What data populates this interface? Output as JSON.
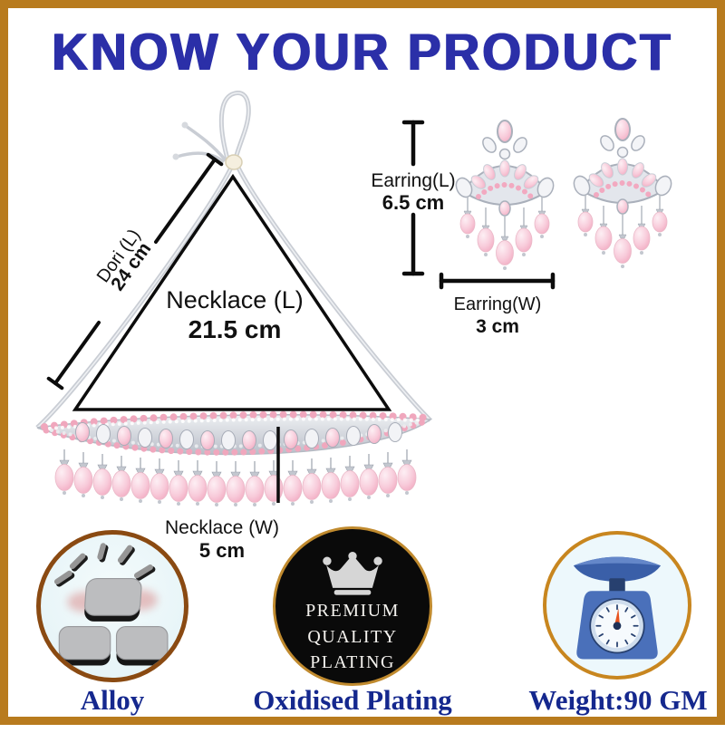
{
  "title": "KNOW YOUR PRODUCT",
  "colors": {
    "frame_border": "#b87b1e",
    "title_blue": "#2b2fa8",
    "label_blue": "#15288e",
    "measure_line_black": "#111111",
    "bead_pink": "#f5c0d1",
    "silver": "#c7ccd3"
  },
  "necklace": {
    "dori_label": "Dori (L)",
    "dori_value": "24 cm",
    "length_label": "Necklace (L)",
    "length_value": "21.5 cm",
    "width_label": "Necklace (W)",
    "width_value": "5 cm"
  },
  "earrings": {
    "length_label": "Earring(L)",
    "length_value": "6.5 cm",
    "width_label": "Earring(W)",
    "width_value": "3 cm"
  },
  "features": [
    {
      "label": "Alloy",
      "icon": "metal-ingots-icon"
    },
    {
      "label": "Oxidised Plating",
      "icon": "crown-badge-icon",
      "badge_lines": [
        "PREMIUM",
        "QUALITY",
        "PLATING"
      ]
    },
    {
      "label": "Weight:90 GM",
      "icon": "weighing-scale-icon"
    }
  ]
}
